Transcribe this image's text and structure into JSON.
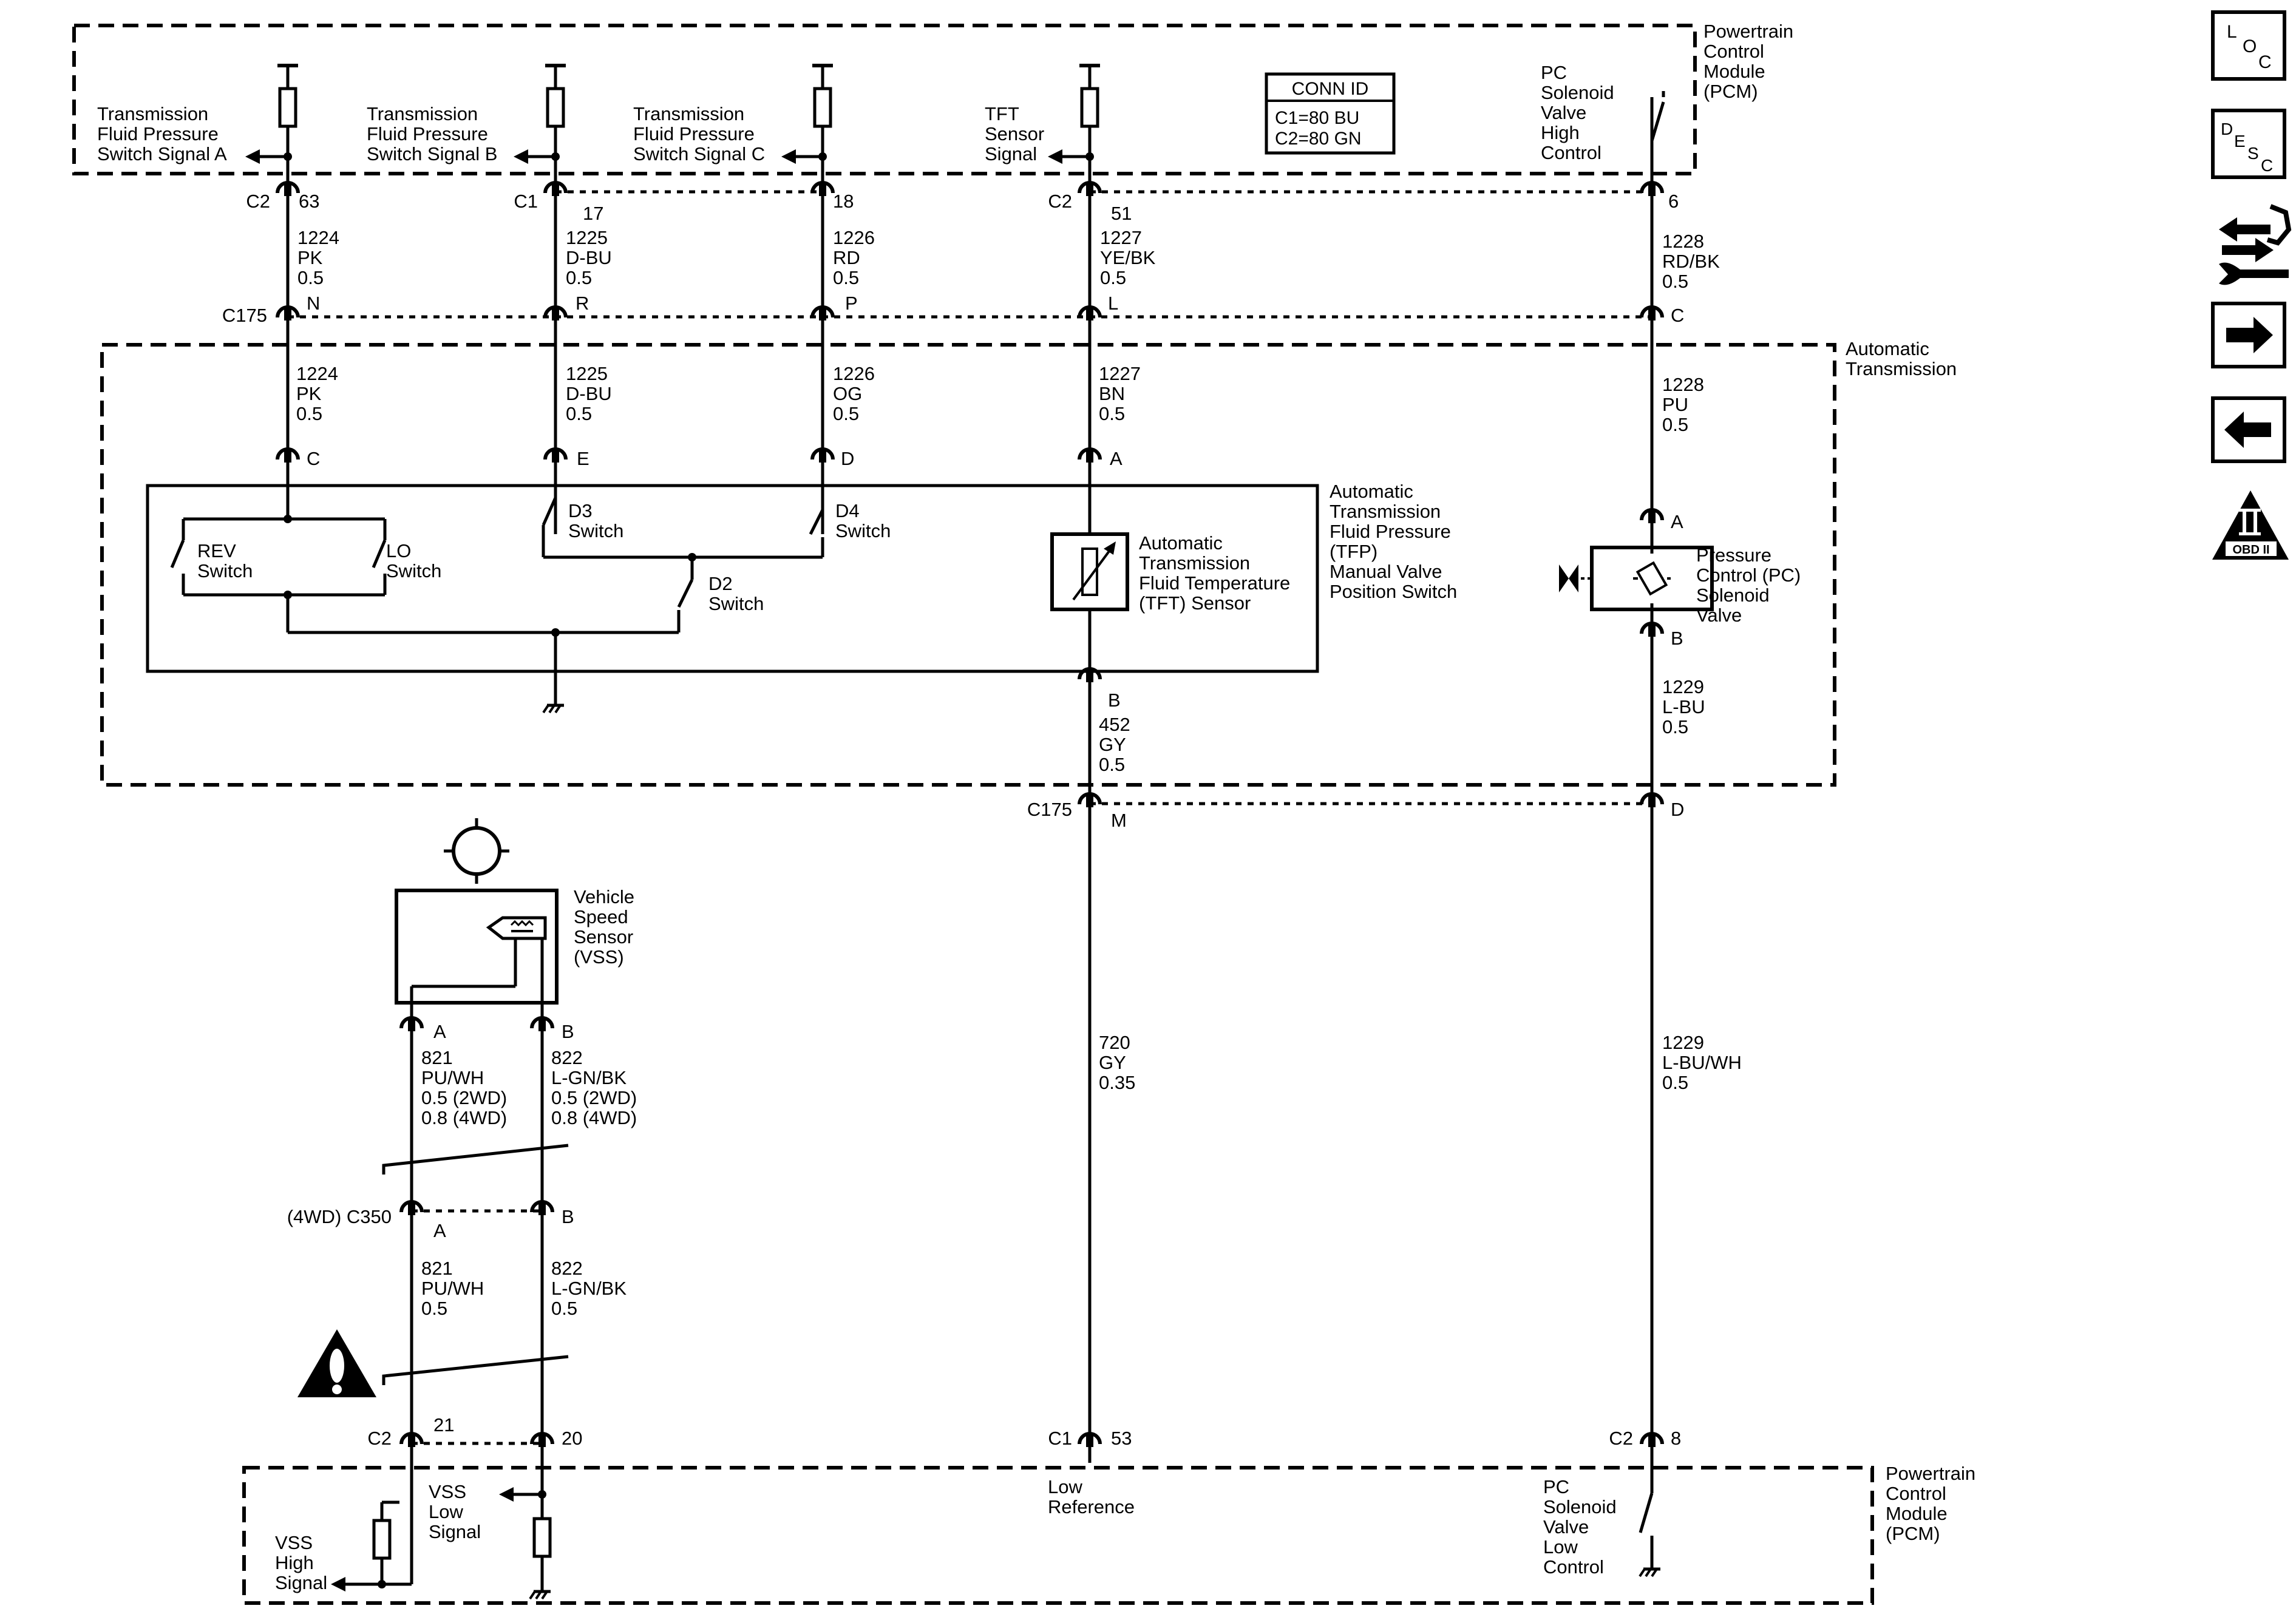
{
  "pcm_label": [
    "Powertrain",
    "Control",
    "Module",
    "(PCM)"
  ],
  "at_label": [
    "Automatic",
    "Transmission"
  ],
  "conn_id": {
    "title": "CONN ID",
    "c1": "C1=80 BU",
    "c2": "C2=80 GN"
  },
  "pcm_signals": {
    "tfp_a": [
      "Transmission",
      "Fluid Pressure",
      "Switch Signal A"
    ],
    "tfp_b": [
      "Transmission",
      "Fluid Pressure",
      "Switch Signal B"
    ],
    "tfp_c": [
      "Transmission",
      "Fluid Pressure",
      "Switch Signal C"
    ],
    "tft": [
      "TFT",
      "Sensor",
      "Signal"
    ],
    "pc_high": [
      "PC",
      "Solenoid",
      "Valve",
      "High",
      "Control"
    ],
    "vss_low": [
      "VSS",
      "Low",
      "Signal"
    ],
    "vss_high": [
      "VSS",
      "High",
      "Signal"
    ],
    "low_ref": [
      "Low",
      "Reference"
    ],
    "pc_low": [
      "PC",
      "Solenoid",
      "Valve",
      "Low",
      "Control"
    ]
  },
  "pcm_pins": {
    "c_a": "C2",
    "p_a": "63",
    "c_b": "C1",
    "p_b": "17",
    "p_c": "18",
    "c_tft": "C2",
    "p_tft": "51",
    "p_pc": "6",
    "c_vssh": "C2",
    "p_vssh": "21",
    "p_vssl": "20",
    "c_lowref": "C1",
    "p_lowref": "53",
    "c_pcl": "C2",
    "p_pcl": "8"
  },
  "c175": {
    "name": "C175",
    "p1": "N",
    "p2": "R",
    "p3": "P",
    "p4": "L",
    "p5": "C",
    "p6": "M",
    "p7": "D"
  },
  "wires_upper": {
    "w1": [
      "1224",
      "PK",
      "0.5"
    ],
    "w2": [
      "1225",
      "D-BU",
      "0.5"
    ],
    "w3": [
      "1226",
      "RD",
      "0.5"
    ],
    "w4": [
      "1227",
      "YE/BK",
      "0.5"
    ],
    "w5": [
      "1228",
      "RD/BK",
      "0.5"
    ]
  },
  "wires_at": {
    "w1": [
      "1224",
      "PK",
      "0.5"
    ],
    "w2": [
      "1225",
      "D-BU",
      "0.5"
    ],
    "w3": [
      "1226",
      "OG",
      "0.5"
    ],
    "w4": [
      "1227",
      "BN",
      "0.5"
    ],
    "w5": [
      "1228",
      "PU",
      "0.5"
    ],
    "w6": [
      "452",
      "GY",
      "0.5"
    ],
    "w7": [
      "1229",
      "L-BU",
      "0.5"
    ]
  },
  "tfp_pins": {
    "p1": "C",
    "p2": "E",
    "p3": "D",
    "p4": "A",
    "p5": "B"
  },
  "tfp_label": [
    "Automatic",
    "Transmission",
    "Fluid Pressure",
    "(TFP)",
    "Manual Valve",
    "Position Switch"
  ],
  "switches": {
    "rev": [
      "REV",
      "Switch"
    ],
    "lo": [
      "LO",
      "Switch"
    ],
    "d3": [
      "D3",
      "Switch"
    ],
    "d4": [
      "D4",
      "Switch"
    ],
    "d2": [
      "D2",
      "Switch"
    ]
  },
  "tft_label": [
    "Automatic",
    "Transmission",
    "Fluid Temperature",
    "(TFT) Sensor"
  ],
  "pc_solenoid": {
    "label": [
      "Pressure",
      "Control (PC)",
      "Solenoid",
      "Valve"
    ],
    "pin_a": "A",
    "pin_b": "B"
  },
  "vss": {
    "label": [
      "Vehicle",
      "Speed",
      "Sensor",
      "(VSS)"
    ],
    "pin_a": "A",
    "pin_b": "B",
    "w821": [
      "821",
      "PU/WH",
      "0.5 (2WD)",
      "0.8 (4WD)"
    ],
    "w822": [
      "822",
      "L-GN/BK",
      "0.5 (2WD)",
      "0.8 (4WD)"
    ]
  },
  "c350": {
    "label": "(4WD) C350",
    "pin_a": "A",
    "pin_b": "B"
  },
  "lower_wires": {
    "w821": [
      "821",
      "PU/WH",
      "0.5"
    ],
    "w822": [
      "822",
      "L-GN/BK",
      "0.5"
    ],
    "w720": [
      "720",
      "GY",
      "0.35"
    ],
    "w1229": [
      "1229",
      "L-BU/WH",
      "0.5"
    ]
  },
  "nav_buttons": [
    {
      "name": "loc-button",
      "letters": [
        "L",
        "O",
        "C"
      ]
    },
    {
      "name": "desc-button",
      "letters": [
        "D",
        "E",
        "S",
        "C"
      ]
    },
    {
      "name": "connector-view-button",
      "icon": "connector-tool-icon"
    },
    {
      "name": "next-page-button",
      "icon": "arrow-right-icon"
    },
    {
      "name": "prev-page-button",
      "icon": "arrow-left-icon"
    },
    {
      "name": "obd-ii-button",
      "icon": "obd-ii-triangle-icon",
      "text": "OBD II"
    }
  ]
}
